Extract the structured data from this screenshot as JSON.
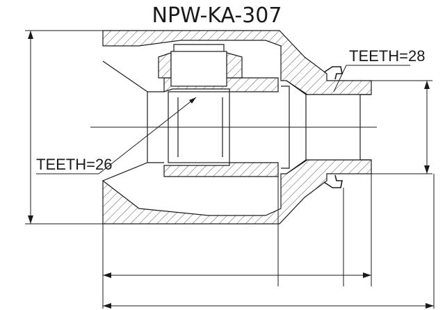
{
  "title": "NPW-KA-307",
  "labels": {
    "teeth_outer": "TEETH=28",
    "teeth_inner": "TEETH=26"
  }
}
